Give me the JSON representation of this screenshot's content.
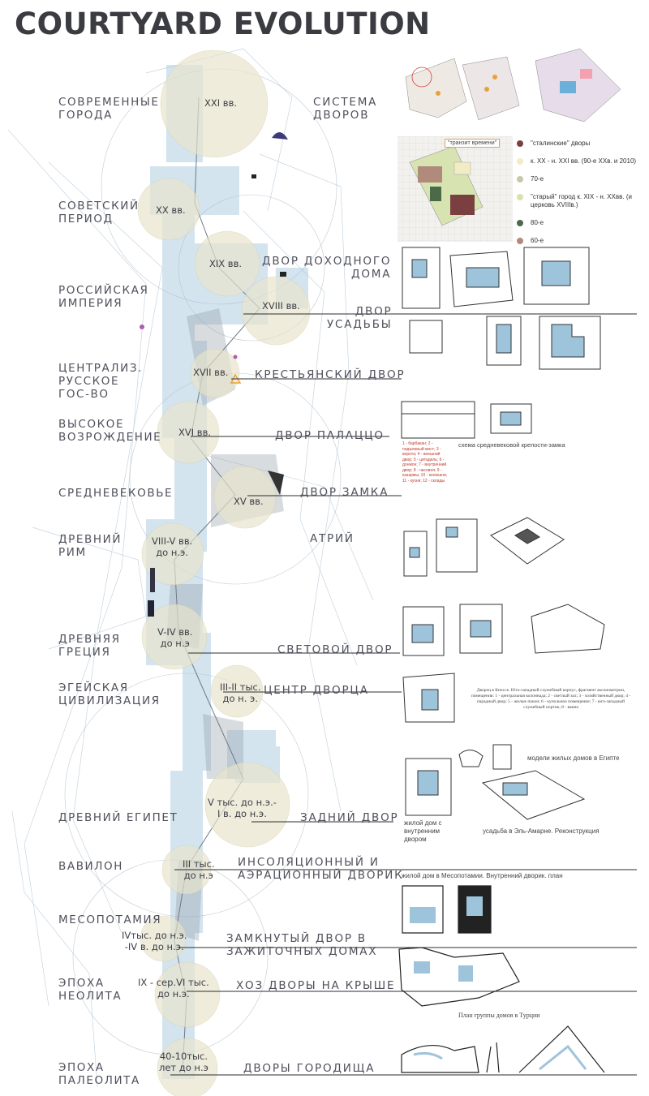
{
  "title": "COURTYARD EVOLUTION",
  "eras": [
    {
      "label": "Современные\nгорода",
      "date": "XXI вв.",
      "courtyard": "система\nдворов"
    },
    {
      "label": "Советский\nпериод",
      "date": "XX вв.",
      "courtyard": ""
    },
    {
      "label": "Российская\nимперия",
      "date": "XIX вв.",
      "courtyard": "двор доходного\nдома"
    },
    {
      "label": "",
      "date": "XVIII вв.",
      "courtyard": "двор\nусадьбы"
    },
    {
      "label": "Централиз.\nрусское\nгос-во",
      "date": "XVII вв.",
      "courtyard": "крестьянский двор"
    },
    {
      "label": "Высокое\nвозрождение",
      "date": "XVI вв.",
      "courtyard": "двор палаццо"
    },
    {
      "label": "Средневековье",
      "date": "XV вв.",
      "courtyard": "двор замка"
    },
    {
      "label": "Древний\nРим",
      "date": "VIII-V вв.\nдо н.э.",
      "courtyard": "атрий"
    },
    {
      "label": "Древняя\nГреция",
      "date": "V-IV вв.\nдо н.э",
      "courtyard": "световой двор"
    },
    {
      "label": "Эгейская\nцивилизация",
      "date": "III-II тыс.\nдо н. э.",
      "courtyard": "центр дворца"
    },
    {
      "label": "Древний Египет",
      "date": "V тыс. до н.э.-\nI в. до н.э.",
      "courtyard": "задний двор"
    },
    {
      "label": "Вавилон",
      "date": "III тыс.\nдо н.э",
      "courtyard": "инсоляционный и\nаэрационный дворик"
    },
    {
      "label": "Месопотамия",
      "date": "IVтыс. до н.э.\n-IV в. до н.э.",
      "courtyard": "замкнутый двор в\nзажиточных домах"
    },
    {
      "label": "Эпоха\nнеолита",
      "date": "IX - сер.VI тыс.\nдо н.э.",
      "courtyard": "хоз дворы на крыше"
    },
    {
      "label": "Эпоха\nпалеолита",
      "date": "40-10тыс.\nлет до н.э",
      "courtyard": "дворы городища"
    }
  ],
  "map": {
    "badge": "\"транзит времени\"",
    "legend": [
      {
        "label": "\"сталинские\" дворы",
        "color": "#7a4040"
      },
      {
        "label": "к. XX - н. XXI вв. (90-е XXв. и 2010)",
        "color": "#f2ecc4"
      },
      {
        "label": "70-е",
        "color": "#c8c8a8"
      },
      {
        "label": "\"старый\" город к. XIX - н. XXвв. (и церковь XVIIIв.)",
        "color": "#d7e3b0"
      },
      {
        "label": "80-е",
        "color": "#4a6a48"
      },
      {
        "label": "60-е",
        "color": "#b08a7a"
      }
    ]
  },
  "captions": {
    "castle_scheme": "схема средневековой крепости-замка",
    "knossos": "Дворец в Кноссе. Юго-западный служебный корпус, фрагмент аксонометрии, помещения: 1 - центральная колоннада; 2 - светлый зал; 3 - хозяйственный двор; 4 - парадный двор; 5 - жилые покои; 6 - купольное помещение; 7 - юго-западный служебный портик; 8 - ванна",
    "egypt_models": "модели жилых домов в Египте",
    "egypt_house": "жилой дом с\nвнутренним\nдвором",
    "amarna": "усадьба в Эль-Амарне. Реконструкция",
    "mesopotamia": "жилой дом в Месопотамии. Внутренний дворик. план",
    "turkey": "План группы домов в Турции"
  },
  "colors": {
    "accent_blue": "#9ec4dc",
    "circle_fill": "#e8e4cc",
    "text": "#50505c",
    "orange": "#e8a13a"
  }
}
